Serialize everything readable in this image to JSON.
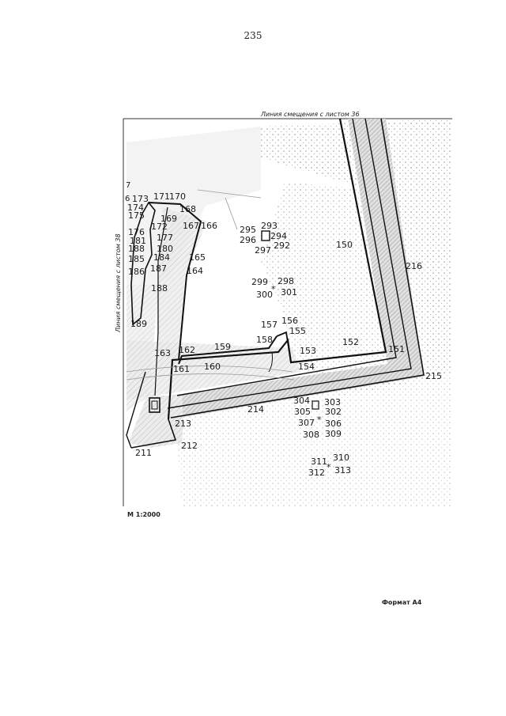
{
  "page": {
    "number": "235",
    "scale": "М 1:2000",
    "format": "Формат А4"
  },
  "map": {
    "top_caption": "Линия смещения с листом 36",
    "left_caption": "Линия смещения с листом 38",
    "markers": {
      "asterisk": "*"
    },
    "labels": {
      "p6": "6",
      "p7": "7",
      "p150": "150",
      "p151": "151",
      "p152": "152",
      "p153": "153",
      "p154": "154",
      "p155": "155",
      "p156": "156",
      "p157": "157",
      "p158": "158",
      "p159": "159",
      "p160": "160",
      "p161": "161",
      "p162": "162",
      "p163": "163",
      "p164": "164",
      "p165": "165",
      "p166": "166",
      "p167": "167",
      "p168": "168",
      "p169": "169",
      "p170": "170",
      "p171": "171",
      "p172": "172",
      "p173": "173",
      "p174": "174",
      "p175": "175",
      "p176": "176",
      "p177": "177",
      "p180": "180",
      "p181": "181",
      "p184": "184",
      "p185": "185",
      "p186": "186",
      "p187": "187",
      "p188": "188",
      "p189": "189",
      "p211": "211",
      "p212": "212",
      "p213": "213",
      "p214": "214",
      "p215": "215",
      "p216": "216",
      "p292": "292",
      "p293": "293",
      "p294": "294",
      "p295": "295",
      "p296": "296",
      "p297": "297",
      "p298": "298",
      "p299": "299",
      "p300": "300",
      "p301": "301",
      "p302": "302",
      "p303": "303",
      "p304": "304",
      "p305": "305",
      "p306": "306",
      "p307": "307",
      "p308": "308",
      "p309": "309",
      "p310": "310",
      "p311": "311",
      "p312": "312",
      "p313": "313"
    }
  }
}
